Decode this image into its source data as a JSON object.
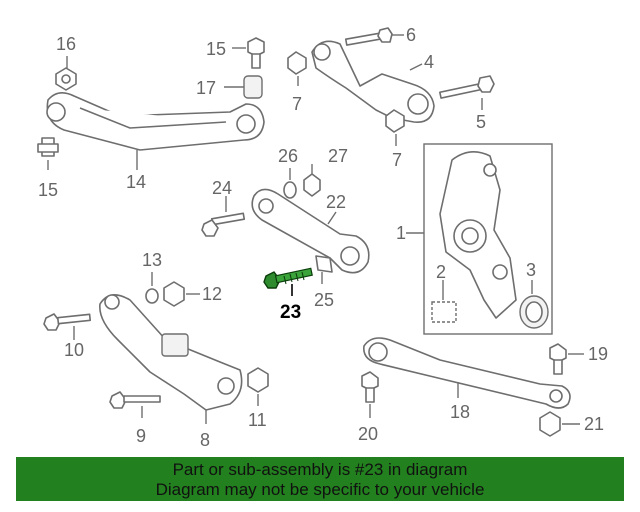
{
  "highlighted_part": "23",
  "callouts": {
    "c1": "1",
    "c2": "2",
    "c3": "3",
    "c4": "4",
    "c5": "5",
    "c6": "6",
    "c7a": "7",
    "c7b": "7",
    "c8": "8",
    "c9": "9",
    "c10": "10",
    "c11": "11",
    "c12": "12",
    "c13": "13",
    "c14": "14",
    "c15a": "15",
    "c15b": "15",
    "c16": "16",
    "c17": "17",
    "c18": "18",
    "c19": "19",
    "c20": "20",
    "c21": "21",
    "c22": "22",
    "c23": "23",
    "c24": "24",
    "c25": "25",
    "c26": "26",
    "c27": "27"
  },
  "banner": {
    "line1": "Part or sub-assembly is #23 in diagram",
    "line2": "Diagram may not be specific to your vehicle",
    "color": "#22801e"
  },
  "colors": {
    "highlight": "#2e8b2e",
    "line": "#6e6e6e"
  }
}
